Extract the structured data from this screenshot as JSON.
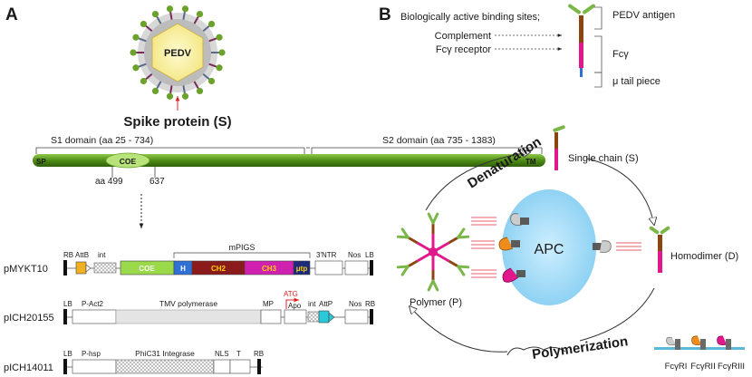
{
  "panel_a": {
    "letter": "A",
    "virus_label": "PEDV",
    "spike_title": "Spike protein (S)",
    "s1_domain": "S1 domain (aa 25 - 734)",
    "s2_domain": "S2 domain (aa 735 - 1383)",
    "sp_label": "SP",
    "tm_label": "TM",
    "coe_label": "COE",
    "aa_start": "aa 499",
    "aa_end": "637",
    "constructs": [
      {
        "name": "pMYKT10",
        "labels": {
          "rb": "RB",
          "attb": "AttB",
          "int": "int",
          "mpigs": "mPIGS",
          "ntr": "3'NTR",
          "nos": "Nos",
          "lb": "LB"
        },
        "segments": {
          "coe": "COE",
          "h": "H",
          "ch2": "CH2",
          "ch3": "CH3",
          "utp": "μtp"
        }
      },
      {
        "name": "pICH20155",
        "labels": {
          "lb": "LB",
          "pact": "P-Act2",
          "tmv": "TMV polymerase",
          "mp": "MP",
          "atg": "ATG",
          "apo": "Apo",
          "int": "int",
          "attp": "AttP",
          "nos": "Nos",
          "rb": "RB"
        }
      },
      {
        "name": "pICH14011",
        "labels": {
          "lb": "LB",
          "phsp": "P-hsp",
          "phic": "PhiC31 Integrase",
          "nls": "NLS",
          "t": "T",
          "rb": "RB"
        }
      }
    ]
  },
  "panel_b": {
    "letter": "B",
    "binding_sites": "Biologically active binding sites;",
    "pedv_antigen": "PEDV antigen",
    "complement": "Complement",
    "fc_receptor": "Fcγ receptor",
    "fc_gamma": "Fcγ",
    "tail_piece": "μ tail piece",
    "denaturation": "Denaturation",
    "polymerization": "Polymerization",
    "single_chain": "Single chain (S)",
    "homodimer": "Homodimer (D)",
    "polymer": "Polymer (P)",
    "apc": "APC",
    "receptors": [
      "FcγRI",
      "FcγRII",
      "FcγRIII"
    ]
  },
  "colors": {
    "spike_green": "#5c9a1f",
    "coe_green": "#9ad94a",
    "h_blue": "#2f6fd6",
    "ch2_red": "#8b1a1a",
    "ch3_magenta": "#d020b0",
    "utp_navy": "#1c2a7a",
    "attb_orange": "#f0b020",
    "attp_cyan": "#29c9d9",
    "apc_blue": "#9fd8f5",
    "stem_pink": "#e0188c",
    "stem_brown": "#8b4513"
  }
}
